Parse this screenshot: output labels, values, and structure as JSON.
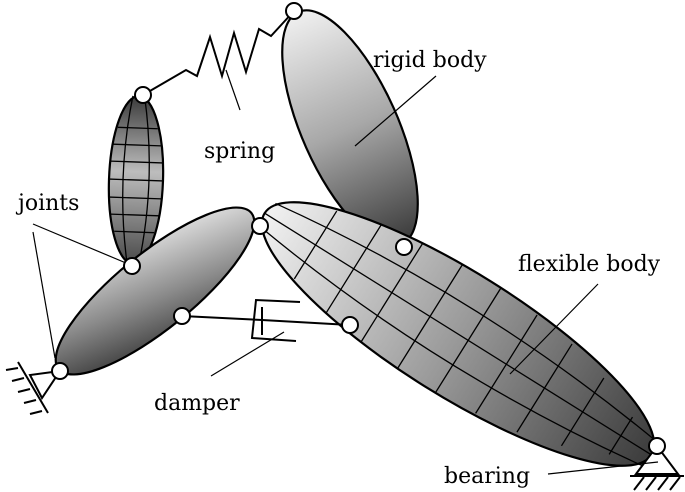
{
  "labels": {
    "rigid_body": "rigid body",
    "spring": "spring",
    "joints": "joints",
    "flexible_body": "flexible body",
    "damper": "damper",
    "bearing": "bearing"
  }
}
